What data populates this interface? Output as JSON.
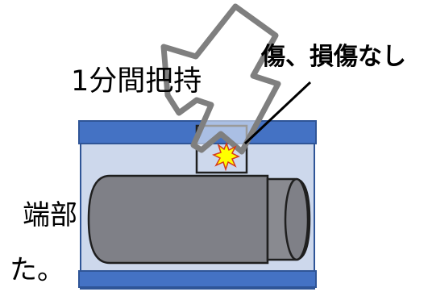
{
  "labels": {
    "hold_duration": "1分間把持",
    "result": "傷、損傷なし",
    "left_text_line1": "端部",
    "left_text_line2": "た。"
  },
  "colors": {
    "pipe_fill": "#cdd8ec",
    "pipe_edge": "#2f5597",
    "rail": "#4472c4",
    "cylinder": "#7f8087",
    "cylinder_edge": "#1f1f1f",
    "hand_outline": "#7f7f7f",
    "impact_star": "#ffff00",
    "leader_line": "#000000"
  },
  "icons": {
    "hand": "grip-hand-outline",
    "impact": "impact-star"
  }
}
